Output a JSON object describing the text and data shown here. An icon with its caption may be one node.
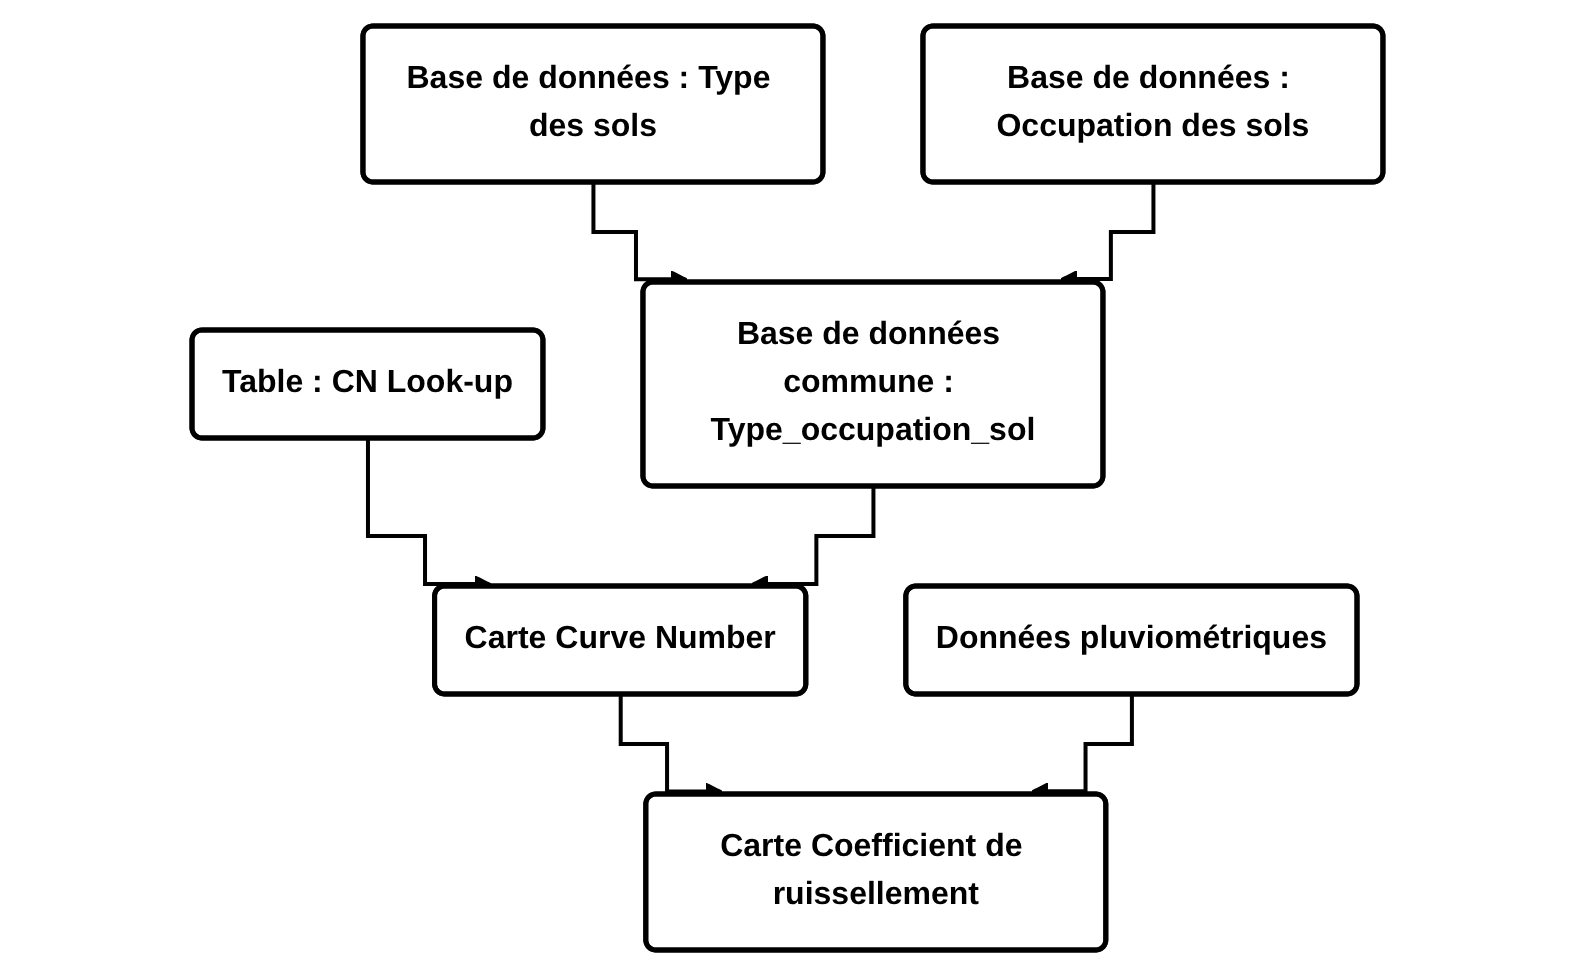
{
  "diagram": {
    "nodes": [
      {
        "text": [
          "Base de données : Type des sols"
        ]
      },
      {
        "text": [
          "Base de données : Occupation des sols"
        ]
      },
      {
        "text": [
          "Table : CN Look-up"
        ]
      },
      {
        "text": [
          "Base de données commune : Type_occupation_sol"
        ]
      },
      {
        "text": [
          "Carte Curve Number"
        ]
      },
      {
        "text": [
          "Données pluviométriques"
        ]
      },
      {
        "text": [
          "Carte Coefficient de ruissellement"
        ]
      }
    ],
    "edges": [
      {
        "from": 0,
        "to": 3,
        "arrow": "to"
      },
      {
        "from": 1,
        "to": 3,
        "arrow": "to"
      },
      {
        "from": 2,
        "to": 4,
        "arrow": "to"
      },
      {
        "from": 3,
        "to": 4,
        "arrow": "to"
      },
      {
        "from": 4,
        "to": 6,
        "arrow": "to"
      },
      {
        "from": 5,
        "to": 6,
        "arrow": "to"
      }
    ]
  }
}
